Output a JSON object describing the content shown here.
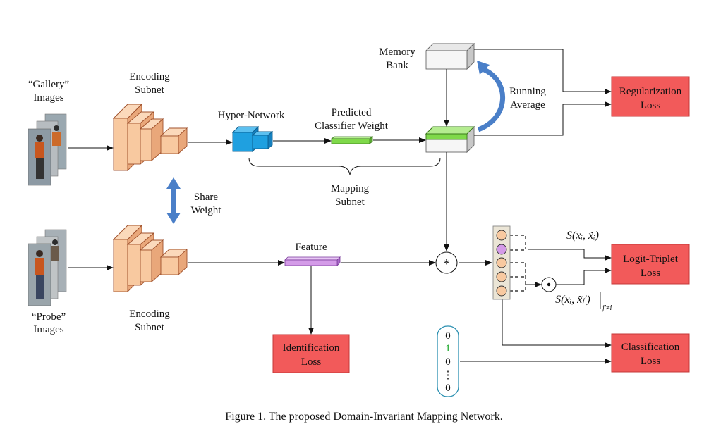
{
  "labels": {
    "gallery_line1": "“Gallery”",
    "gallery_line2": "Images",
    "probe_line1": "“Probe”",
    "probe_line2": "Images",
    "enc_top_line1": "Encoding",
    "enc_top_line2": "Subnet",
    "enc_bot_line1": "Encoding",
    "enc_bot_line2": "Subnet",
    "share_line1": "Share",
    "share_line2": "Weight",
    "hypernet": "Hyper-Network",
    "pred_line1": "Predicted",
    "pred_line2": "Classifier Weight",
    "memory_line1": "Memory",
    "memory_line2": "Bank",
    "running_line1": "Running",
    "running_line2": "Average",
    "mapping_line1": "Mapping",
    "mapping_line2": "Subnet",
    "feature": "Feature",
    "star": "*",
    "dot": "⊙",
    "s_top": "S(xᵢ, x̃ᵢ)",
    "s_bot": "S(xᵢ, x̃ⱼ′)",
    "s_bot_sub": "j′≠i"
  },
  "losses": {
    "regularization_line1": "Regularization",
    "regularization_line2": "Loss",
    "logit_line1": "Logit-Triplet",
    "logit_line2": "Loss",
    "identification_line1": "Identification",
    "identification_line2": "Loss",
    "classification_line1": "Classification",
    "classification_line2": "Loss"
  },
  "onehot": [
    "0",
    "1",
    "0",
    "⋮",
    "0"
  ],
  "caption": "Figure 1. The proposed Domain-Invariant Mapping Network.",
  "colors": {
    "encoder": "#f8c9a0",
    "hypernet": "#1fa0e0",
    "classifier_weight": "#7fd94a",
    "feature": "#d49be8",
    "loss_box": "#f25a5a",
    "loss_border": "#c43838",
    "share_arrow": "#4a7fc8",
    "running_arrow": "#4a7fc8",
    "onehot_border": "#2a8fb0",
    "onehot_highlight": "#1aa82a",
    "node_peach": "#f8c9a0",
    "node_purple": "#d49be8",
    "node_panel": "#ebe5d6"
  }
}
